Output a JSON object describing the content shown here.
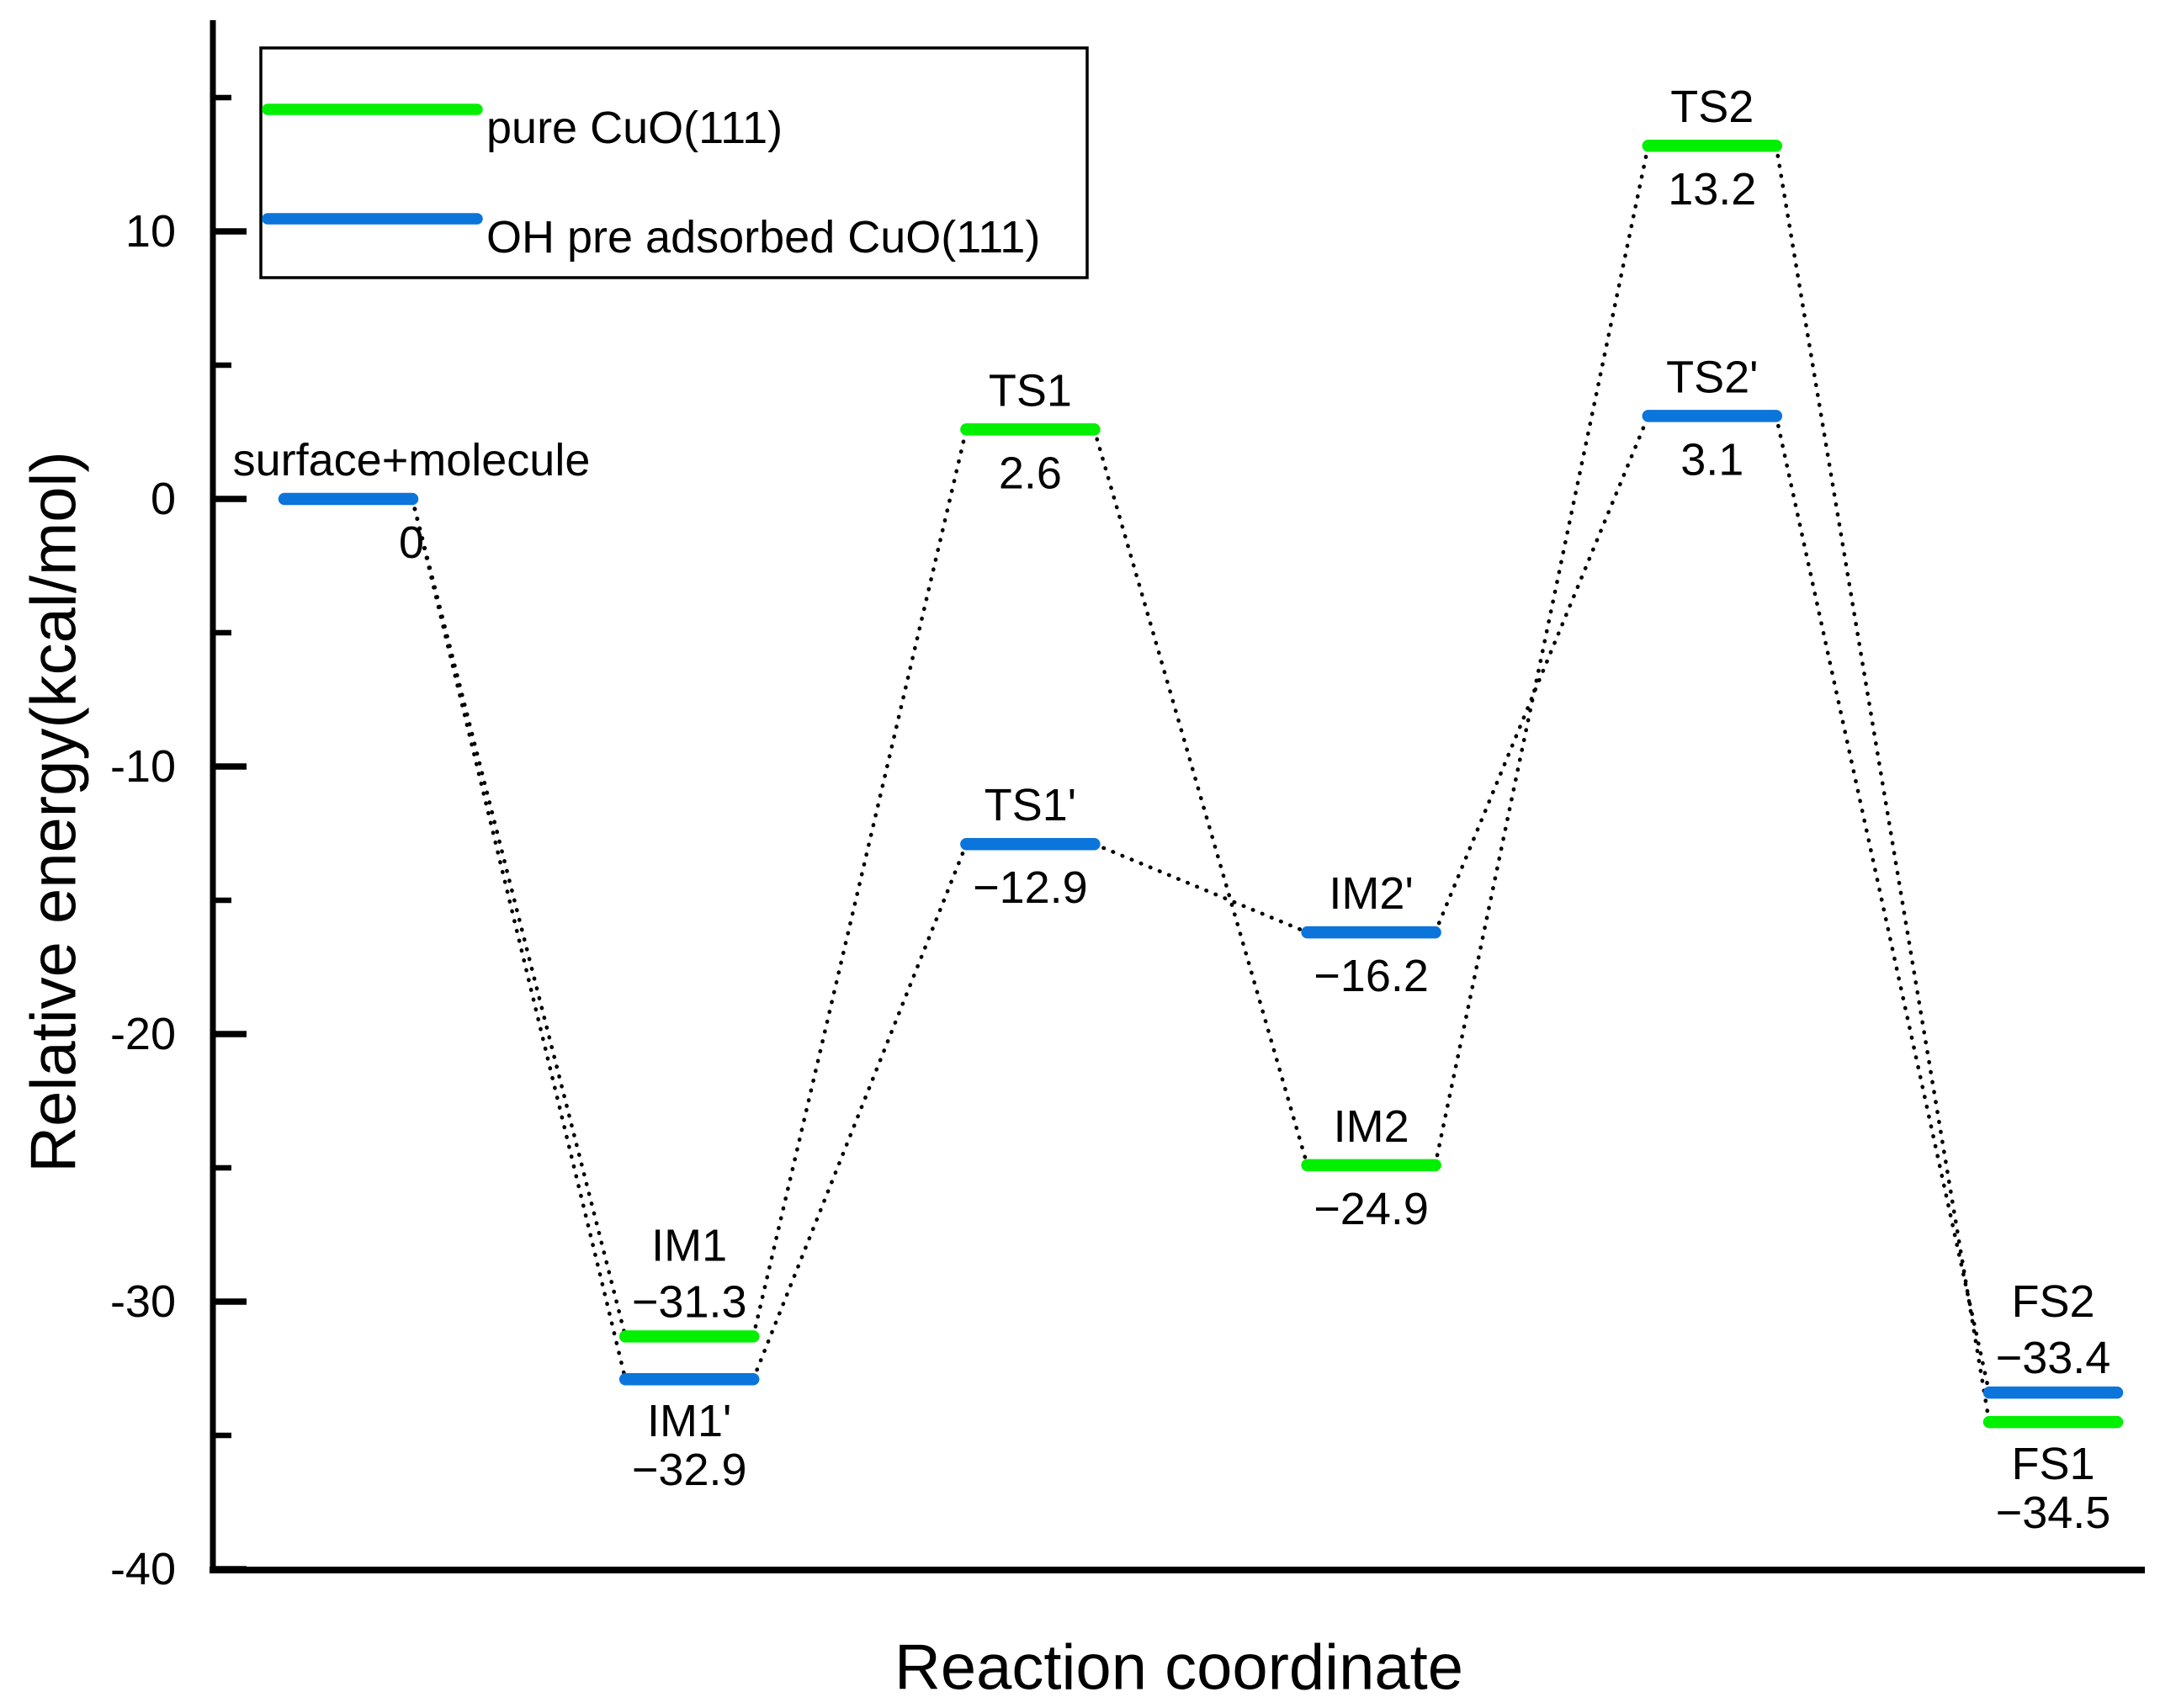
{
  "chart_data": {
    "type": "line",
    "subtype": "energy-level-diagram",
    "title": "",
    "xlabel": "Reaction coordinate",
    "ylabel": "Relative energy(kcal/mol)",
    "ylim": [
      -40,
      17
    ],
    "yticks_major": [
      10,
      0,
      -10,
      -20,
      -30,
      -40
    ],
    "ytick_labels": [
      "10",
      "0",
      "-10",
      "-20",
      "-30",
      "-40"
    ],
    "yticks_minor": [
      15,
      5,
      -5,
      -15,
      -25,
      -35
    ],
    "grid": "off",
    "legend_position": "top-left",
    "legend": [
      {
        "series": "pure",
        "label": "pure CuO(111)",
        "color": "#00f000"
      },
      {
        "series": "oh",
        "label": "OH pre adsorbed CuO(111)",
        "color": "#0b75db"
      }
    ],
    "levels": [
      {
        "name": "surface+molecule",
        "value": 0,
        "value_label": "0",
        "stage": 0,
        "series": "oh"
      },
      {
        "name": "IM1",
        "value": -31.3,
        "value_label": "−31.3",
        "stage": 1,
        "series": "pure"
      },
      {
        "name": "IM1'",
        "value": -32.9,
        "value_label": "−32.9",
        "stage": 1,
        "series": "oh"
      },
      {
        "name": "TS1",
        "value": 2.6,
        "value_label": "2.6",
        "stage": 2,
        "series": "pure"
      },
      {
        "name": "TS1'",
        "value": -12.9,
        "value_label": "−12.9",
        "stage": 2,
        "series": "oh"
      },
      {
        "name": "IM2",
        "value": -24.9,
        "value_label": "−24.9",
        "stage": 3,
        "series": "pure"
      },
      {
        "name": "IM2'",
        "value": -16.2,
        "value_label": "−16.2",
        "stage": 3,
        "series": "oh"
      },
      {
        "name": "TS2",
        "value": 13.2,
        "value_label": "13.2",
        "stage": 4,
        "series": "pure"
      },
      {
        "name": "TS2'",
        "value": 3.1,
        "value_label": "3.1",
        "stage": 4,
        "series": "oh"
      },
      {
        "name": "FS1",
        "value": -34.5,
        "value_label": "−34.5",
        "stage": 5,
        "series": "pure"
      },
      {
        "name": "FS2",
        "value": -33.4,
        "value_label": "−33.4",
        "stage": 5,
        "series": "oh"
      }
    ],
    "series": [
      {
        "series": "pure",
        "name": "pure CuO(111)",
        "path": [
          "surface+molecule",
          "IM1",
          "TS1",
          "IM2",
          "TS2",
          "FS1"
        ],
        "values": [
          0,
          -31.3,
          2.6,
          -24.9,
          13.2,
          -34.5
        ]
      },
      {
        "series": "oh",
        "name": "OH pre adsorbed CuO(111)",
        "path": [
          "surface+molecule",
          "IM1'",
          "TS1'",
          "IM2'",
          "TS2'",
          "FS2"
        ],
        "values": [
          0,
          -32.9,
          -12.9,
          -16.2,
          3.1,
          -33.4
        ]
      }
    ],
    "connector_color": "#000000",
    "axis_color": "#000000"
  }
}
